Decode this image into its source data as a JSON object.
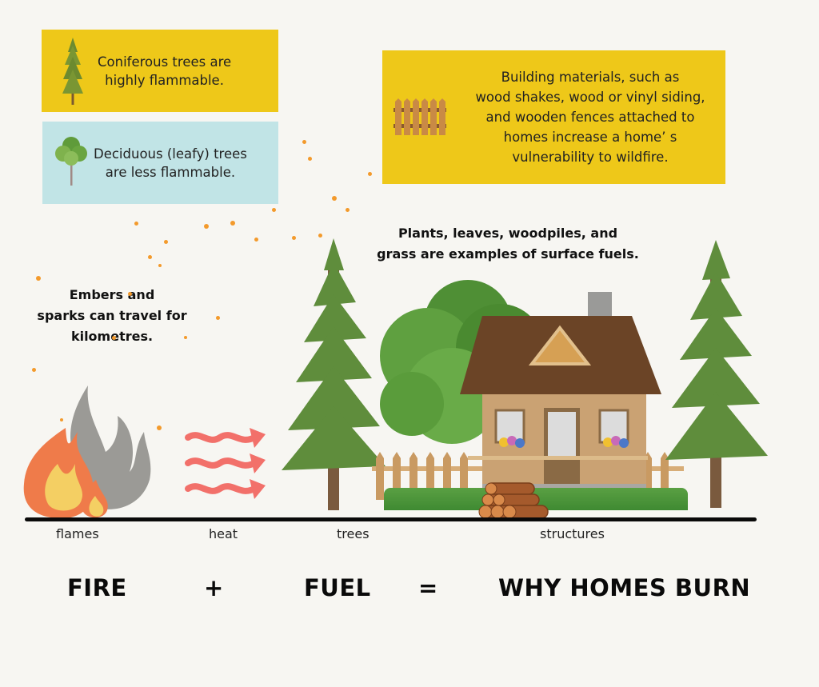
{
  "info_boxes": {
    "coniferous": {
      "text_line1": "Coniferous trees are",
      "text_line2": "highly flammable.",
      "bg_color": "#eec819",
      "icon": "conifer-tree-icon"
    },
    "deciduous": {
      "text_line1": "Deciduous (leafy) trees",
      "text_line2": "are less flammable.",
      "bg_color": "#c1e4e6",
      "icon": "deciduous-tree-icon"
    },
    "materials": {
      "lines": [
        "Building materials, such as",
        "wood shakes, wood or vinyl siding,",
        "and wooden fences attached to",
        "homes increase a home’ s",
        "vulnerability to wildfire."
      ],
      "bg_color": "#eec819",
      "icon": "wooden-fence-icon"
    }
  },
  "notes": {
    "embers": {
      "lines": [
        "Embers and",
        "sparks can travel for",
        "kilometres."
      ]
    },
    "surface_fuels": {
      "lines": [
        "Plants, leaves, woodpiles, and",
        "grass are examples of surface fuels."
      ]
    }
  },
  "ground_labels": {
    "flames": "flames",
    "heat": "heat",
    "trees": "trees",
    "structures": "structures"
  },
  "equation": {
    "fire": "FIRE",
    "plus": "+",
    "fuel": "FUEL",
    "equals": "=",
    "result": "WHY HOMES BURN"
  },
  "colors": {
    "background": "#f7f6f2",
    "heat_arrows": "#f2706a",
    "flame_orange": "#ef7b4a",
    "flame_yellow": "#f4cf63",
    "smoke_gray": "#9b9a96",
    "roof_brown": "#6b4426",
    "ember_orange": "#f39a2c"
  }
}
